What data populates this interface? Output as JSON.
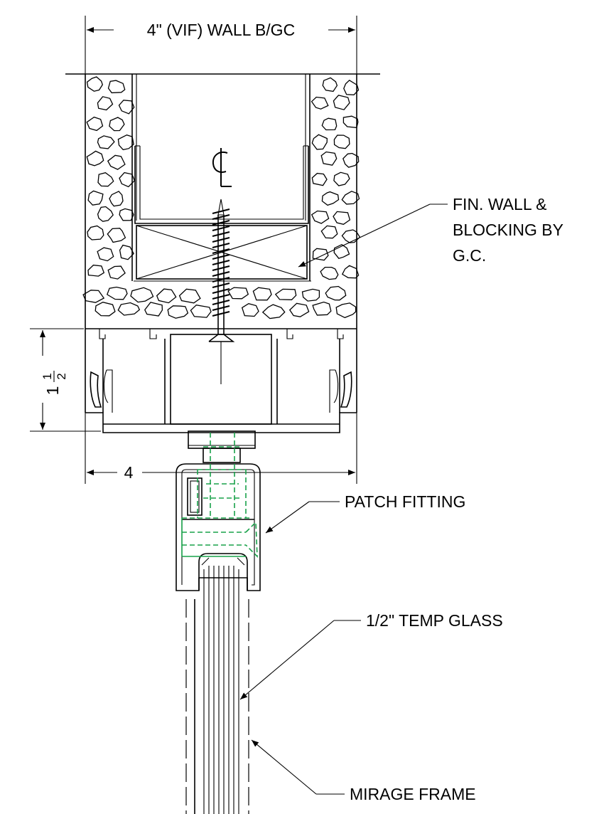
{
  "labels": {
    "wall_dimension": "4\" (VIF) WALL B/GC",
    "centerline": "CL",
    "fin_wall_line1": "FIN. WALL &",
    "fin_wall_line2": "BLOCKING BY",
    "fin_wall_line3": "G.C.",
    "height_whole": "1",
    "height_num": "1",
    "height_den": "2",
    "width_dimension": "4",
    "patch_fitting": "PATCH FITTING",
    "temp_glass": "1/2\" TEMP GLASS",
    "mirage_frame": "MIRAGE FRAME"
  },
  "colors": {
    "line": "#000000",
    "hidden_fitting": "#19a24a",
    "background": "#ffffff"
  }
}
